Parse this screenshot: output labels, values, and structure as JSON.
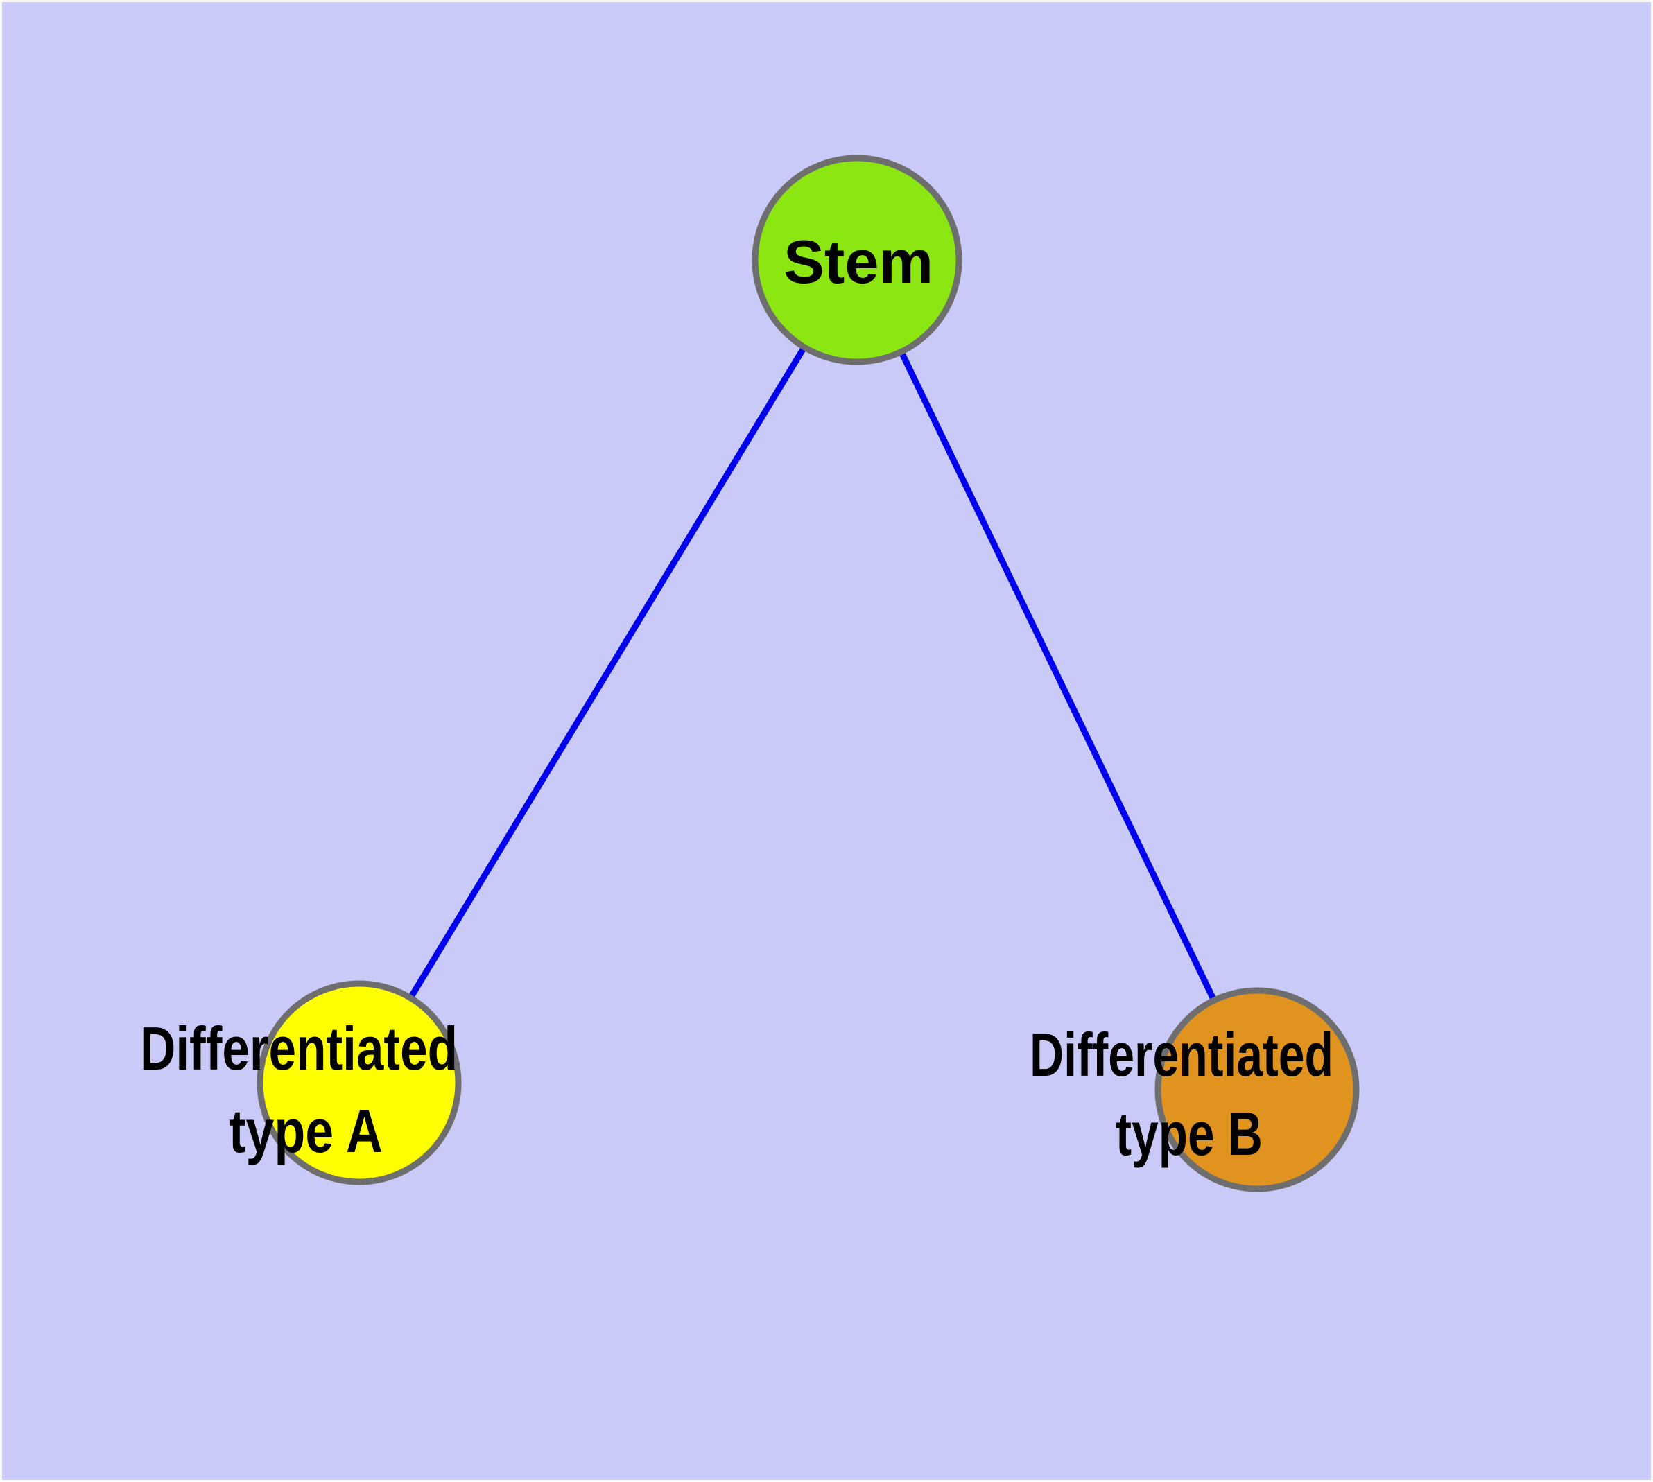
{
  "graph": {
    "title": "",
    "background_color": "#CACAF8",
    "frame_color": "#FFFFFF",
    "edge_color": "#0000EE",
    "node_border_color": "#6E6E6E",
    "label_color": "#000000",
    "nodes": [
      {
        "id": "stem",
        "label": "Stem",
        "fill": "#8CE612"
      },
      {
        "id": "diff-a",
        "label_line1": "Differentiated",
        "label_line2": "type A",
        "fill": "#FFFF00"
      },
      {
        "id": "diff-b",
        "label_line1": "Differentiated",
        "label_line2": "type B",
        "fill": "#E0941F"
      }
    ],
    "edges": [
      {
        "from": "stem",
        "to": "diff-a"
      },
      {
        "from": "stem",
        "to": "diff-b"
      }
    ]
  }
}
